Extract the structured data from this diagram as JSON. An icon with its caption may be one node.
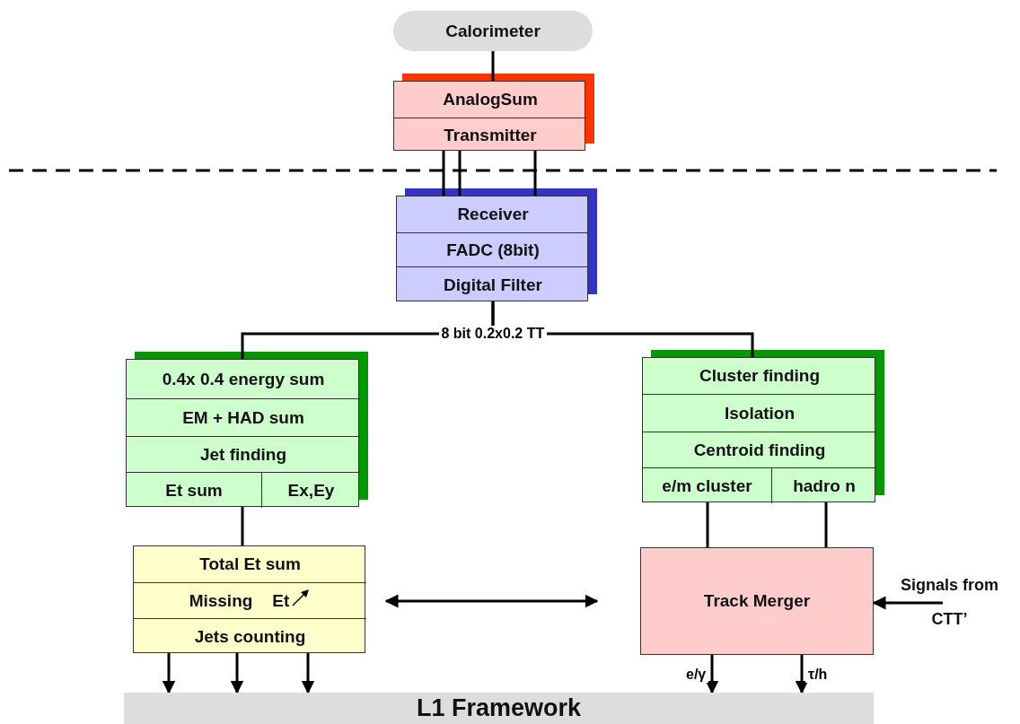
{
  "diagram": {
    "nodes": [
      {
        "text": [
          "Calorimeter"
        ]
      },
      {
        "text": [],
        "shape": "box"
      },
      {
        "text": [
          "AnalogSum"
        ],
        "in": 1
      },
      {
        "text": [
          "Transmitter"
        ],
        "in": 1
      },
      {
        "text": [],
        "shape": "box"
      },
      {
        "text": [
          "Receiver"
        ],
        "in": 4
      },
      {
        "text": [
          "FADC (8bit)"
        ],
        "in": 4
      },
      {
        "text": [
          "Digital Filter"
        ],
        "in": 4
      },
      {
        "text": [],
        "shape": "box"
      },
      {
        "text": [
          "0.4x 0.4 energy sum"
        ],
        "in": 8
      },
      {
        "text": [
          "EM + HAD sum"
        ],
        "in": 8
      },
      {
        "text": [
          "Jet finding"
        ],
        "in": 8
      },
      {
        "text": [
          "Et sum"
        ],
        "in": 8
      },
      {
        "text": [
          "Ex,Ey"
        ],
        "in": 8
      },
      {
        "text": [],
        "shape": "box"
      },
      {
        "text": [
          "Cluster finding"
        ],
        "in": 14
      },
      {
        "text": [
          "Isolation"
        ],
        "in": 14
      },
      {
        "text": [
          "Centroid finding"
        ],
        "in": 14
      },
      {
        "text": [
          "e/m cluster"
        ],
        "in": 14
      },
      {
        "text": [
          "hadro n"
        ],
        "in": 14
      },
      {
        "text": [],
        "shape": "box"
      },
      {
        "text": [
          "Total Et sum"
        ],
        "in": 20
      },
      {
        "text": [
          "Missing",
          "Et"
        ],
        "in": 20
      },
      {
        "text": [
          "Jets counting"
        ],
        "in": 20
      },
      {
        "text": [
          "Track Merger"
        ]
      },
      {
        "text": [
          "L1 Framework"
        ]
      },
      {
        "text": [
          "Signals from CTT’"
        ]
      }
    ],
    "edges": [
      {
        "from": 0,
        "to": 1,
        "arrow": "none"
      },
      {
        "from": 3,
        "to": 4,
        "arrow": "none"
      },
      {
        "from": 3,
        "to": 4,
        "arrow": "none"
      },
      {
        "from": 3,
        "to": 4,
        "arrow": "none"
      },
      {
        "from": 4,
        "to": 8,
        "arrow": "none",
        "label": "8 bit 0.2x0.2  TT"
      },
      {
        "from": 4,
        "to": 14,
        "arrow": "none"
      },
      {
        "from": 12,
        "to": 20,
        "arrow": "none"
      },
      {
        "from": 18,
        "to": 24,
        "arrow": "none"
      },
      {
        "from": 19,
        "to": 24,
        "arrow": "none"
      },
      {
        "from": 20,
        "to": 24,
        "arrow": "both"
      },
      {
        "from": 26,
        "to": 24,
        "arrow": "to"
      },
      {
        "from": 20,
        "to": 25,
        "arrow": "to"
      },
      {
        "from": 20,
        "to": 25,
        "arrow": "to"
      },
      {
        "from": 20,
        "to": 25,
        "arrow": "to"
      },
      {
        "from": 24,
        "to": 25,
        "arrow": "to",
        "label": "e/γ"
      },
      {
        "from": 24,
        "to": 25,
        "arrow": "to",
        "label": "τ/h"
      }
    ]
  }
}
